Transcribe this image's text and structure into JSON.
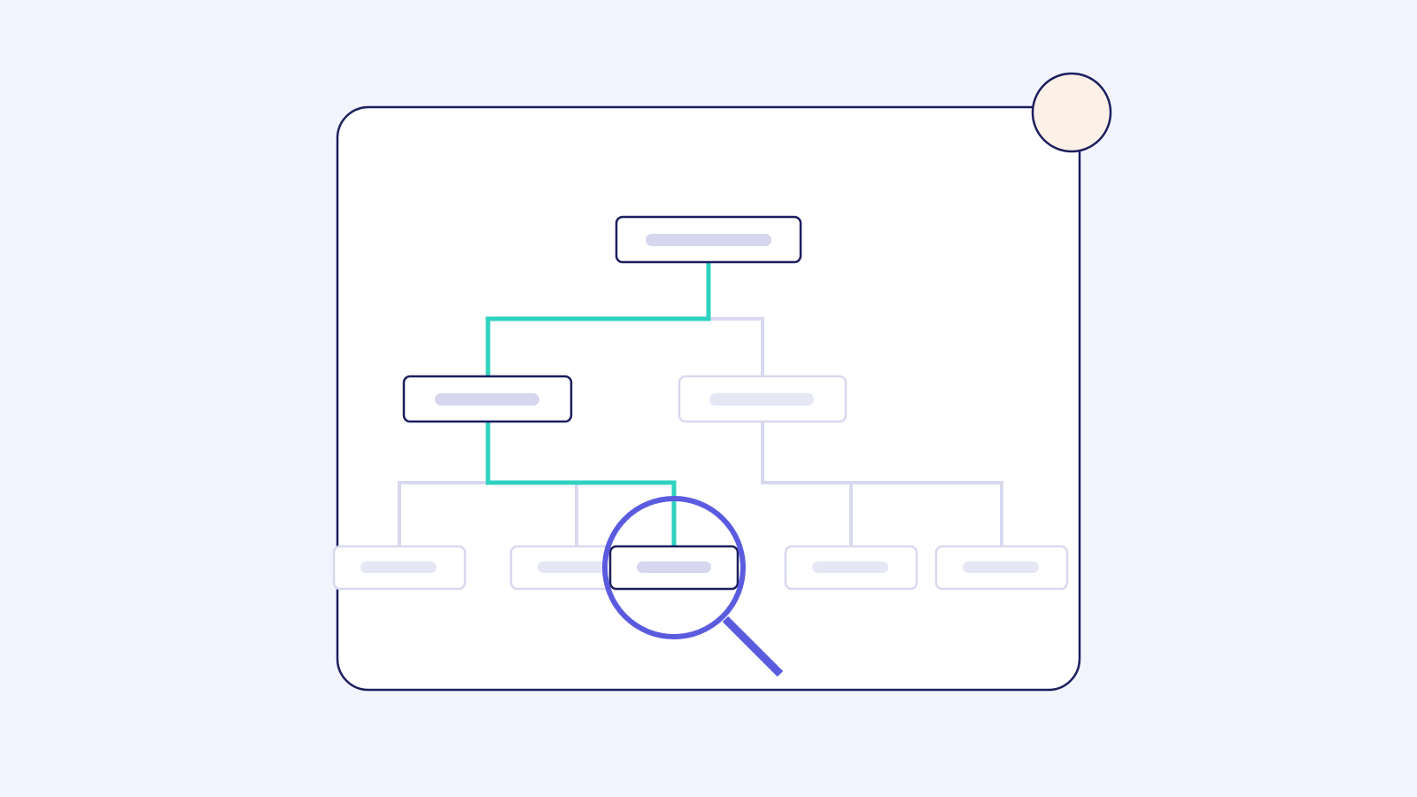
{
  "colors": {
    "background": "#f3f4fd",
    "card_fill": "#ffffff",
    "outline": "#1b1f5e",
    "highlight_path": "#2fd1c0",
    "magnifier": "#5b5bdf",
    "muted_line": "#d8d9ef",
    "placeholder_bar": "#d6d7ee",
    "placeholder_bar_muted": "#e6e7f5",
    "accent_circle": "#fdf0e6"
  },
  "icons": {
    "magnifier": "magnifying-glass-icon",
    "badge": "circle-badge"
  },
  "tree": {
    "root": {
      "state": "highlighted"
    },
    "level1": [
      {
        "state": "highlighted"
      },
      {
        "state": "muted"
      }
    ],
    "level2": [
      {
        "state": "muted"
      },
      {
        "state": "muted"
      },
      {
        "state": "highlighted-focused"
      },
      {
        "state": "muted"
      },
      {
        "state": "muted"
      }
    ]
  }
}
